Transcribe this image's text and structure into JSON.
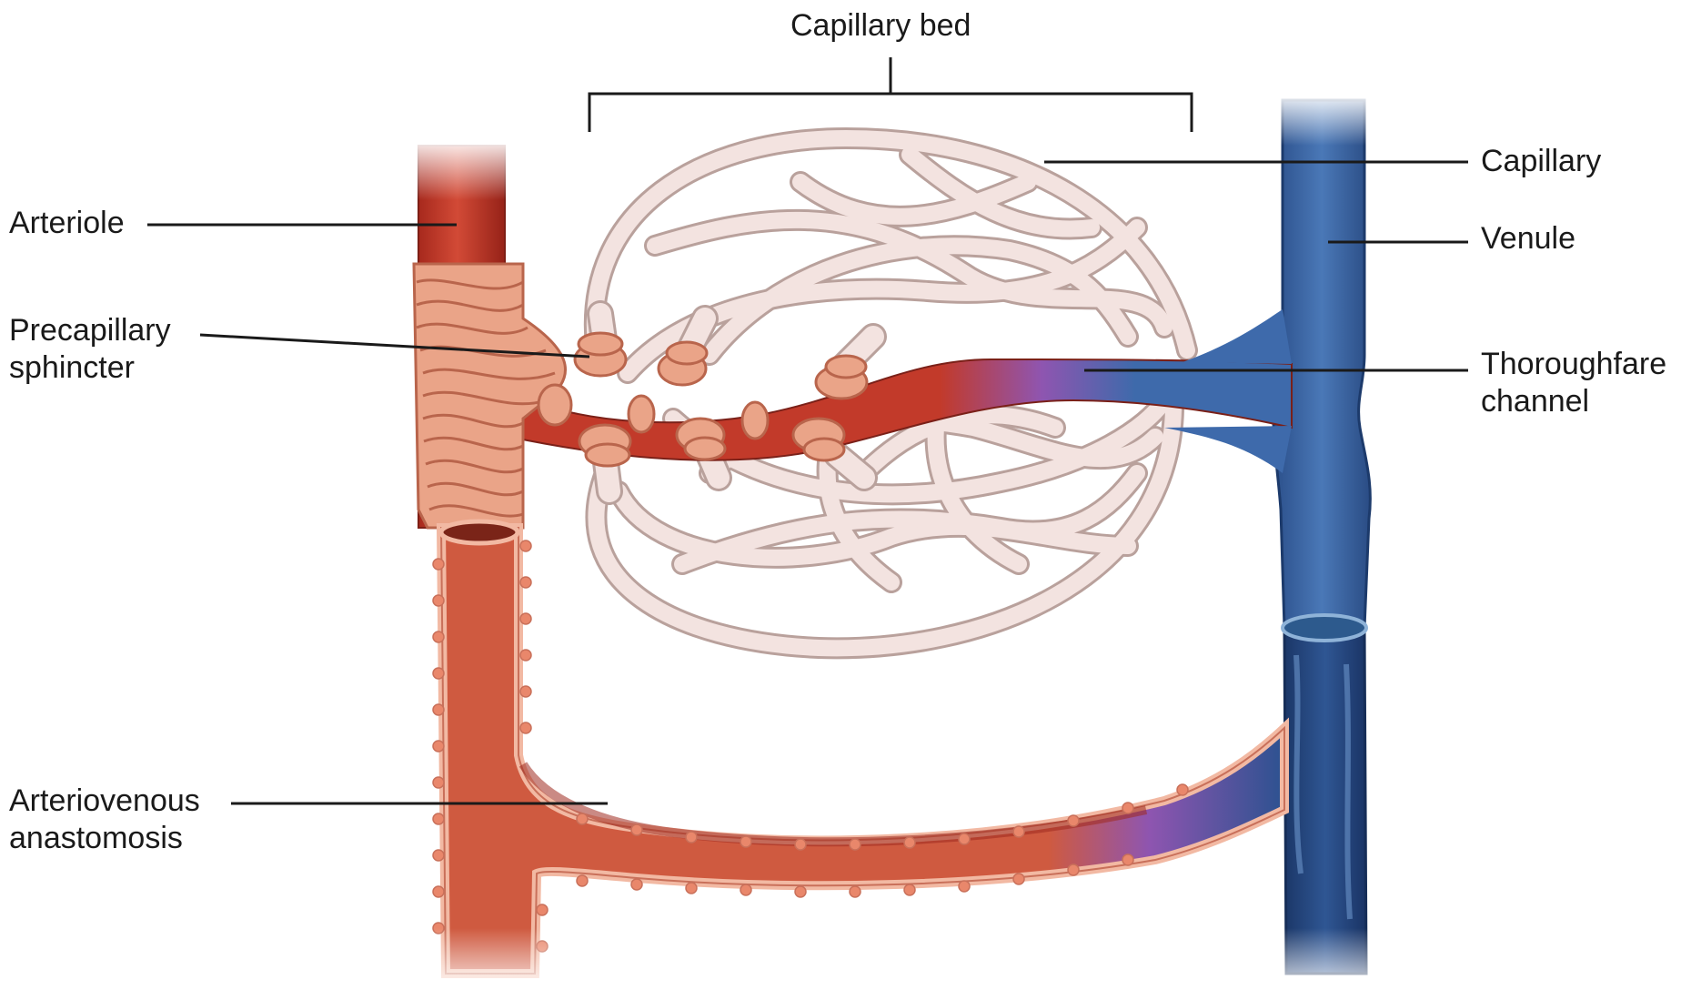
{
  "figure": {
    "labels": {
      "capillary_bed": "Capillary bed",
      "capillary": "Capillary",
      "venule": "Venule",
      "thoroughfare_channel": [
        "Thoroughfare",
        "channel"
      ],
      "arteriole": "Arteriole",
      "precapillary_sphincter": [
        "Precapillary",
        "sphincter"
      ],
      "arteriovenous_anastomosis": [
        "Arteriovenous",
        "anastomosis"
      ]
    },
    "colors": {
      "arteriole_red": "#c8402f",
      "arteriole_dark": "#9e2a1f",
      "smooth_muscle": "#eaa488",
      "smooth_muscle_dark": "#b9654c",
      "capillary_fill": "#f4e4e1",
      "capillary_edge": "#b9a19c",
      "venule_blue": "#3d6aa8",
      "venule_dark": "#1f3f73",
      "transition_purple": "#8a5aa8",
      "anastomosis_wall": "#f2b9a3",
      "label_text": "#1a1a1a"
    }
  }
}
